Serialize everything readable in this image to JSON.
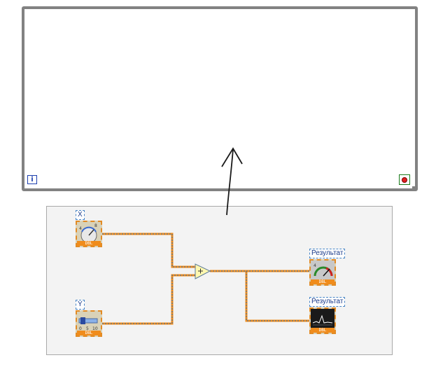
{
  "loop": {
    "iteration_label": "i",
    "stop_icon": "stop-button-icon"
  },
  "panel": {
    "inputs": [
      {
        "label": "X",
        "type_tag": "DBL",
        "icon": "knob-icon"
      },
      {
        "label": "Y",
        "type_tag": "DBL",
        "icon": "slider-icon"
      }
    ],
    "operator": {
      "symbol": "+",
      "icon": "add-function-icon"
    },
    "outputs": [
      {
        "label": "Результат",
        "type_tag": "DBL",
        "icon": "gauge-icon"
      },
      {
        "label": "Результат",
        "type_tag": "DBL",
        "icon": "waveform-chart-icon"
      }
    ]
  },
  "colors": {
    "wire": "#f08c1c",
    "frame": "#828282",
    "iteration": "#1d3fae",
    "stop": "#e02020"
  }
}
